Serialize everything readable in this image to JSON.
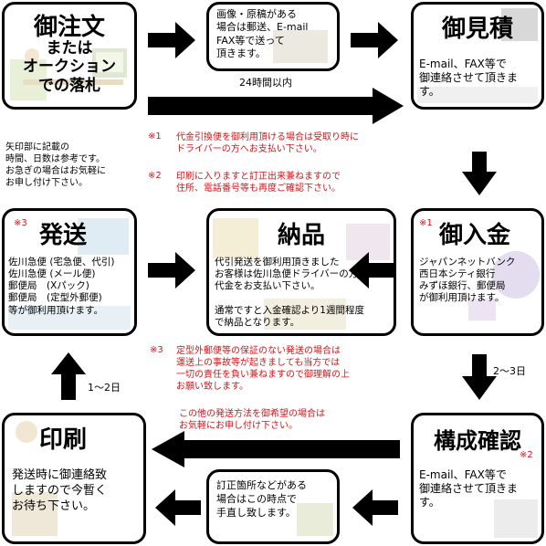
{
  "steps": {
    "order": {
      "title": "御注文",
      "subtitle": "または\nオークション\nでの落札"
    },
    "step_note": "画像・原稿がある\n場合は郵送、E-mail\nFAX等で送って\n頂きます。",
    "quote": {
      "title": "御見積",
      "text": "E-mail、FAX等で\n御連絡させて頂きま\nす。"
    },
    "shipping": {
      "mark": "※3",
      "title": "発送",
      "text": "佐川急便 (宅急便、代引)\n佐川急便 (メール便)\n郵便局　(Xパック)\n郵便局　(定型外郵便)\n等が御利用頂けます。"
    },
    "delivery": {
      "title": "納品",
      "text": "代引発送を御利用頂きました\nお客様は佐川急便ドライバーの方へ\n代金をお支払い下さい。\n\n通常ですと入金確認より1週間程度\nで納品となります。"
    },
    "payment": {
      "mark": "※1",
      "title": "御入金",
      "text": "ジャパンネットバンク\n西日本シティ銀行\nみずほ銀行、郵便局\nが御利用頂けます。"
    },
    "printing": {
      "title": "印刷",
      "text": "発送時に御連絡致\nしますので今暫く\nお待ち下さい。"
    },
    "proof": {
      "title": "構成確認",
      "mark": "※2",
      "text": "E-mail、FAX等で\n御連絡させて頂きま\nす。"
    },
    "correction": "訂正箇所などがある\n場合はこの時点で\n手直し致します。"
  },
  "labels": {
    "within_24h": "24時間以内",
    "days_2_3": "2〜3日",
    "days_1_2": "1〜2日"
  },
  "notes": {
    "arrow_note": "矢印部に記載の\n時間、日数は参考です。\nお急ぎの場合はお気軽に\nお申し付け下さい。",
    "note1_mark": "※1",
    "note1": "代金引換便を御利用頂ける場合は受取り時に\nドライバーの方へお支払い下さい。",
    "note2_mark": "※2",
    "note2": "印刷に入りますと訂正出来兼ねますので\n住所、電話番号等も再度ご確認下さい。",
    "note3_mark": "※3",
    "note3": "定型外郵便等の保証のない発送の場合は\n運送上の事故等が起きましても当方では\n一切の責任を負い兼ねますので御理解の上\nお願い致します。",
    "other_shipping": "この他の発送方法を御希望の場合は\nお気軽にお申し付け下さい。"
  },
  "colors": {
    "note_red": "#d8141a",
    "arrow": "#000000",
    "box_border": "#000000"
  }
}
